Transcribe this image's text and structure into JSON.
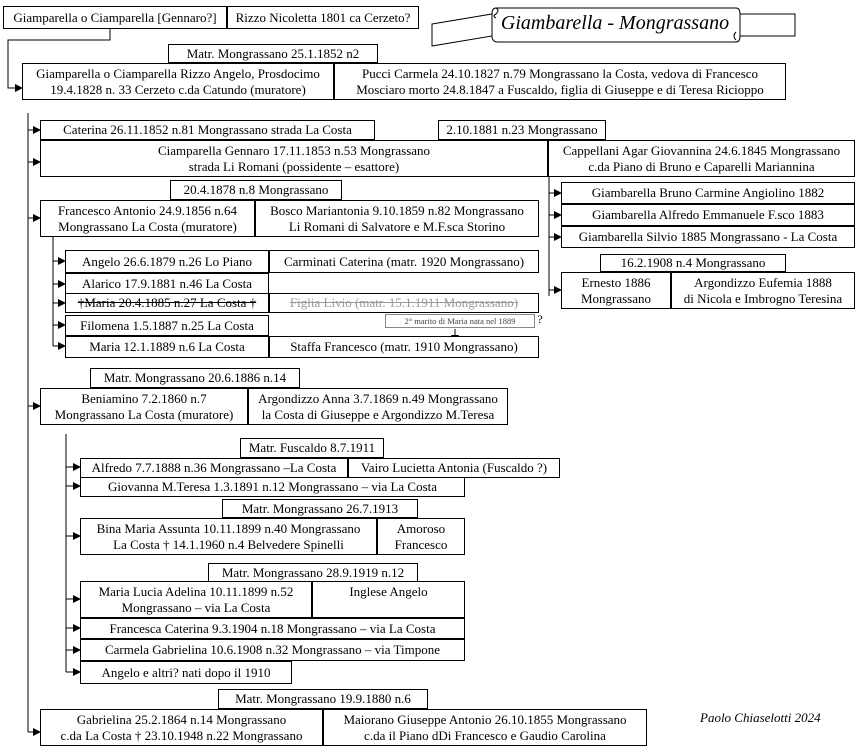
{
  "title": "Giambarella - Mongrassano",
  "author": "Paolo Chiaselotti 2024",
  "gen0": {
    "father": "Giamparella o Ciamparella [Gennaro?]",
    "mother": "Rizzo Nicoletta 1801 ca Cerzeto?"
  },
  "marriage1": {
    "label": "Matr. Mongrassano 25.1.1852 n2",
    "husband": [
      "Giamparella o Ciamparella Rizzo Angelo, Prosdocimo",
      "19.4.1828 n. 33 Cerzeto c.da Catundo (muratore)"
    ],
    "wife": [
      "Pucci Carmela 24.10.1827 n.79 Mongrassano la Costa, vedova di Francesco",
      "Mosciaro morto 24.8.1847 a Fuscaldo, figlia di Giuseppe e di Teresa Ricioppo"
    ]
  },
  "caterina": "Caterina 26.11.1852 n.81 Mongrassano  strada La Costa",
  "gennaro": {
    "marriage_label": "2.10.1881 n.23 Mongrassano",
    "person": [
      "Ciamparella Gennaro 17.11.1853 n.53 Mongrassano",
      "strada Li Romani  (possidente – esattore)"
    ],
    "spouse": [
      "Cappellani Agar Giovannina 24.6.1845 Mongrassano",
      "c.da Piano di Bruno e Caparelli Mariannina"
    ],
    "children": [
      "Giambarella Bruno Carmine Angiolino 1882",
      "Giambarella Alfredo Emmanuele F.sco 1883",
      "Giambarella Silvio 1885 Mongrassano - La Costa"
    ],
    "ernesto_marriage": "16.2.1908 n.4 Mongrassano",
    "ernesto": [
      "Ernesto 1886",
      "Mongrassano"
    ],
    "ernesto_spouse": [
      "Argondizzo Eufemia 1888",
      "di Nicola e Imbrogno Teresina"
    ]
  },
  "francesco": {
    "marriage_label": "20.4.1878 n.8 Mongrassano",
    "person": [
      "Francesco Antonio 24.9.1856 n.64",
      "Mongrassano La Costa (muratore)"
    ],
    "spouse": [
      "Bosco Mariantonia 9.10.1859 n.82 Mongrassano",
      "Li Romani di Salvatore e M.F.sca Storino"
    ],
    "children": [
      {
        "name": "Angelo 26.6.1879 n.26 Lo Piano",
        "spouse": "Carminati Caterina (matr. 1920 Mongrassano)"
      },
      {
        "name": "Alarico 17.9.1881 n.46 La Costa",
        "spouse": ""
      },
      {
        "name": "†Maria 20.4.1885 n.27 La Costa †",
        "spouse": "Figlia Livio (matr. 15.1.1911 Mongrassano)"
      },
      {
        "name": "Filomena 1.5.1887 n.25 La Costa",
        "spouse": ""
      },
      {
        "name": "Maria 12.1.1889 n.6 La Costa",
        "spouse": "Staffa Francesco (matr. 1910 Mongrassano)"
      }
    ],
    "note": "2° marito di Maria nata nel 1889",
    "note_q": "?"
  },
  "beniamino": {
    "marriage_label": "Matr. Mongrassano 20.6.1886 n.14",
    "person": [
      "Beniamino 7.2.1860 n.7",
      "Mongrassano La Costa (muratore)"
    ],
    "spouse": [
      "Argondizzo Anna 3.7.1869 n.49 Mongrassano",
      "la Costa di Giuseppe e Argondizzo M.Teresa"
    ],
    "alfredo_marriage": "Matr. Fuscaldo 8.7.1911",
    "alfredo": "Alfredo 7.7.1888 n.36 Mongrassano –La Costa",
    "alfredo_spouse": "Vairo Lucietta Antonia (Fuscaldo ?)",
    "giovanna": "Giovanna M.Teresa 1.3.1891 n.12 Mongrassano – via La Costa",
    "bina_marriage": "Matr. Mongrassano 26.7.1913",
    "bina": [
      "Bina Maria Assunta 10.11.1899 n.40 Mongrassano",
      "La Costa † 14.1.1960 n.4 Belvedere Spinelli"
    ],
    "bina_spouse": [
      "Amoroso",
      "Francesco"
    ],
    "lucia_marriage": "Matr. Mongrassano 28.9.1919 n.12",
    "lucia": [
      "Maria Lucia Adelina 10.11.1899 n.52",
      "Mongrassano – via La Costa"
    ],
    "lucia_spouse": "Inglese Angelo",
    "francesca": "Francesca Caterina 9.3.1904 n.18 Mongrassano – via La Costa",
    "carmela": "Carmela Gabrielina 10.6.1908 n.32 Mongrassano – via Timpone",
    "angelo": "Angelo e altri? nati dopo il 1910"
  },
  "gabrielina": {
    "marriage_label": "Matr. Mongrassano 19.9.1880 n.6",
    "person": [
      "Gabrielina 25.2.1864 n.14 Mongrassano",
      "c.da La Costa † 23.10.1948 n.22 Mongrassano"
    ],
    "spouse": [
      "Maiorano Giuseppe Antonio 26.10.1855 Mongrassano",
      "c.da il Piano dDi Francesco e Gaudio Carolina"
    ]
  }
}
